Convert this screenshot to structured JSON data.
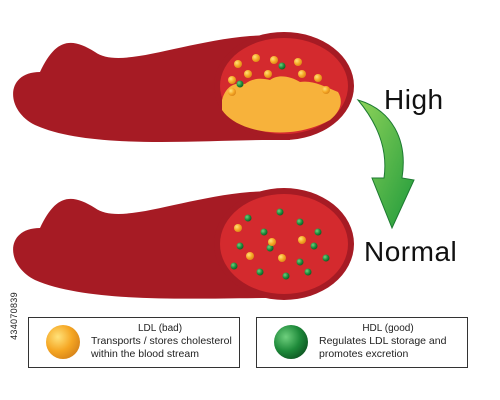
{
  "labels": {
    "high": "High",
    "normal": "Normal"
  },
  "side_id": "434070839",
  "legend": {
    "ldl": {
      "title": "LDL (bad)",
      "description_line1": "Transports / stores cholesterol",
      "description_line2": "within the blood stream",
      "color": "#f5a623"
    },
    "hdl": {
      "title": "HDL (good)",
      "description_line1": "Regulates LDL storage and",
      "description_line2": "promotes excretion",
      "color": "#1e8a3a"
    }
  },
  "colors": {
    "vessel_wall": "#a61b24",
    "vessel_lumen": "#d42a2e",
    "plaque": "#f7b23b",
    "arrow": "#3cb44b"
  }
}
